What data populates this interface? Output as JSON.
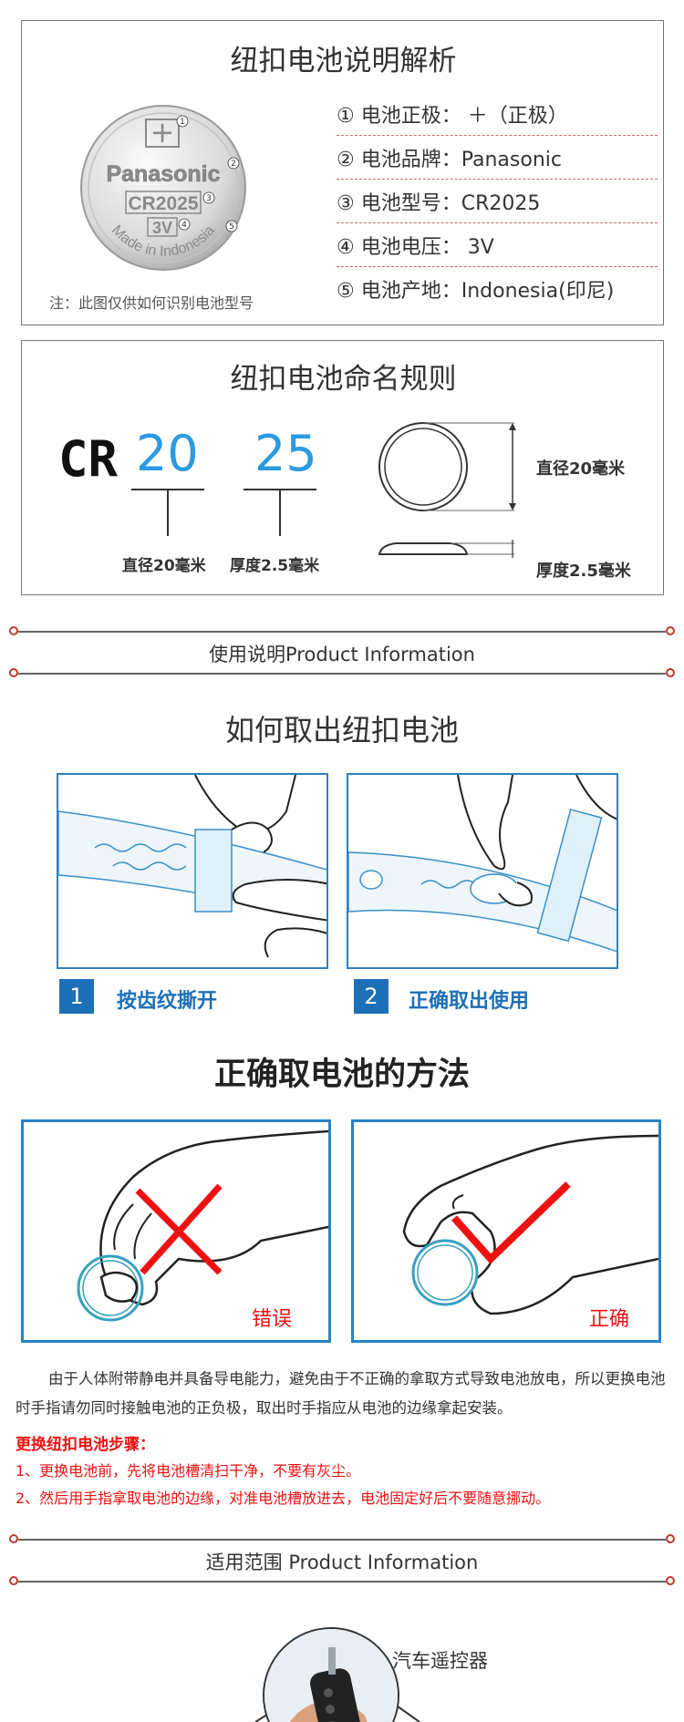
{
  "explanation": {
    "title": "纽扣电池说明解析",
    "coin_text": {
      "plus": "+",
      "brand": "Panasonic",
      "model": "CR2025",
      "voltage": "3V",
      "origin": "Made in Indonesia",
      "markers": [
        "1",
        "2",
        "3",
        "4",
        "5"
      ]
    },
    "note": "注：此图仅供如何识别电池型号",
    "specs": [
      "① 电池正极： ＋（正极）",
      "② 电池品牌：Panasonic",
      "③ 电池型号：CR2025",
      "④ 电池电压： 3V",
      "⑤ 电池产地：Indonesia(印尼)"
    ]
  },
  "naming": {
    "title": "纽扣电池命名规则",
    "prefix": "CR",
    "diameter_code": "20",
    "thickness_code": "25",
    "diameter_label": "直径20毫米",
    "thickness_label": "厚度2.5毫米",
    "right_diameter_label": "直径20毫米",
    "right_thickness_label": "厚度2.5毫米"
  },
  "dividers": {
    "usage": "使用说明Product Information",
    "scope": "适用范围 Product Information"
  },
  "removal": {
    "title": "如何取出纽扣电池",
    "steps": [
      {
        "num": "1",
        "label": "按齿纹撕开"
      },
      {
        "num": "2",
        "label": "正确取出使用"
      }
    ]
  },
  "method": {
    "title": "正确取电池的方法",
    "wrong_label": "错误",
    "right_label": "正确",
    "paragraph": "由于人体附带静电并具备导电能力，避免由于不正确的拿取方式导致电池放电，所以更换电池时手指请勿同时接触电池的正负极，取出时手指应从电池的边缘拿起安装。",
    "steps_title": "更换纽扣电池步骤：",
    "step_lines": [
      "1、更换电池前，先将电池槽清扫干净，不要有灰尘。",
      "2、然后用手指拿取电池的边缘，对准电池槽放进去，电池固定好后不要随意挪动。"
    ]
  },
  "scope": {
    "remote_label": "汽车遥控器"
  },
  "colors": {
    "accent_blue": "#2b9ae3",
    "panel_border": "#2a82c2",
    "step_blue": "#1d6fb8",
    "warning_red": "#ee1111",
    "divider_dot": "#c0392b"
  }
}
